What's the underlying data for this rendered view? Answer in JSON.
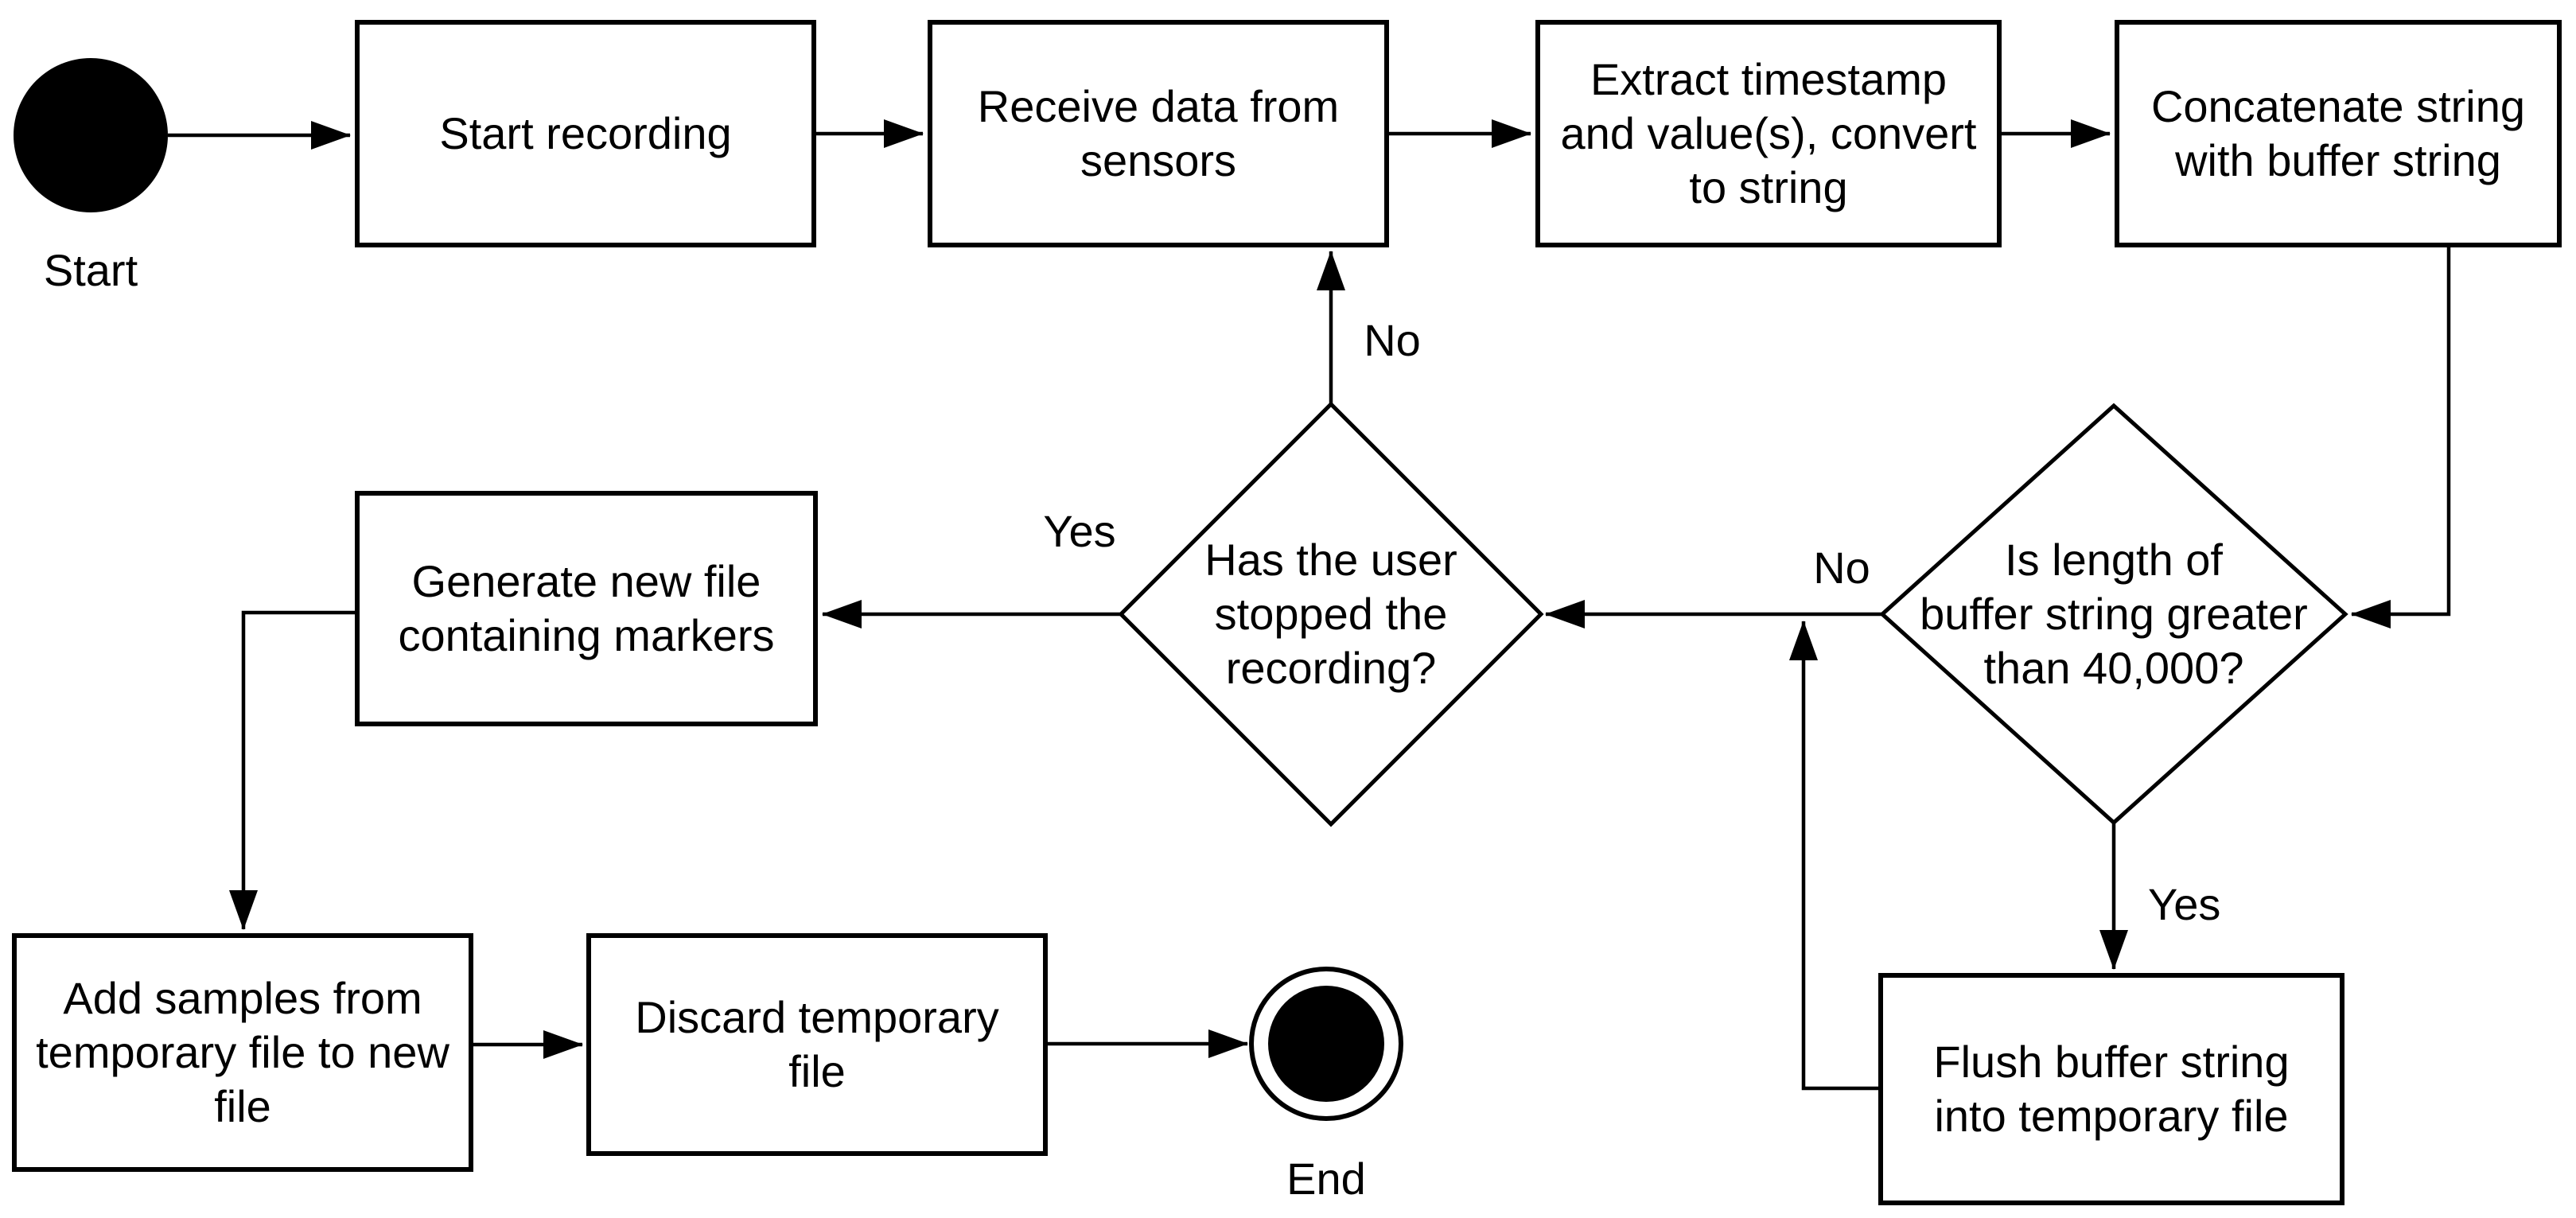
{
  "diagram": {
    "type": "flowchart",
    "background_color": "#ffffff",
    "stroke_color": "#000000",
    "fill_color": "#ffffff",
    "nodes": {
      "start": {
        "kind": "start-terminator",
        "label": "Start"
      },
      "start_recording": {
        "kind": "process",
        "label": "Start recording"
      },
      "receive_data": {
        "kind": "process",
        "label": "Receive data from\nsensors"
      },
      "extract_timestamp": {
        "kind": "process",
        "label": "Extract timestamp\nand value(s), convert\nto string"
      },
      "concatenate": {
        "kind": "process",
        "label": "Concatenate string\nwith buffer string"
      },
      "buffer_length_check": {
        "kind": "decision",
        "label": "Is length of\nbuffer string greater\nthan 40,000?"
      },
      "flush_buffer": {
        "kind": "process",
        "label": "Flush buffer string\ninto temporary file"
      },
      "user_stopped_check": {
        "kind": "decision",
        "label": "Has the user\nstopped the\nrecording?"
      },
      "generate_file": {
        "kind": "process",
        "label": "Generate new file\ncontaining markers"
      },
      "add_samples": {
        "kind": "process",
        "label": "Add samples from\ntemporary file to new\nfile"
      },
      "discard_temp": {
        "kind": "process",
        "label": "Discard temporary\nfile"
      },
      "end": {
        "kind": "end-terminator",
        "label": "End"
      }
    },
    "edge_labels": {
      "no_to_user_check": "No",
      "yes_to_flush": "Yes",
      "no_to_receive": "No",
      "yes_to_generate": "Yes"
    },
    "edges": [
      {
        "from": "start",
        "to": "start_recording",
        "label": ""
      },
      {
        "from": "start_recording",
        "to": "receive_data",
        "label": ""
      },
      {
        "from": "receive_data",
        "to": "extract_timestamp",
        "label": ""
      },
      {
        "from": "extract_timestamp",
        "to": "concatenate",
        "label": ""
      },
      {
        "from": "concatenate",
        "to": "buffer_length_check",
        "label": ""
      },
      {
        "from": "buffer_length_check",
        "to": "user_stopped_check",
        "label": "No"
      },
      {
        "from": "buffer_length_check",
        "to": "flush_buffer",
        "label": "Yes"
      },
      {
        "from": "flush_buffer",
        "to": "user_stopped_check",
        "label": ""
      },
      {
        "from": "user_stopped_check",
        "to": "receive_data",
        "label": "No"
      },
      {
        "from": "user_stopped_check",
        "to": "generate_file",
        "label": "Yes"
      },
      {
        "from": "generate_file",
        "to": "add_samples",
        "label": ""
      },
      {
        "from": "add_samples",
        "to": "discard_temp",
        "label": ""
      },
      {
        "from": "discard_temp",
        "to": "end",
        "label": ""
      }
    ]
  }
}
